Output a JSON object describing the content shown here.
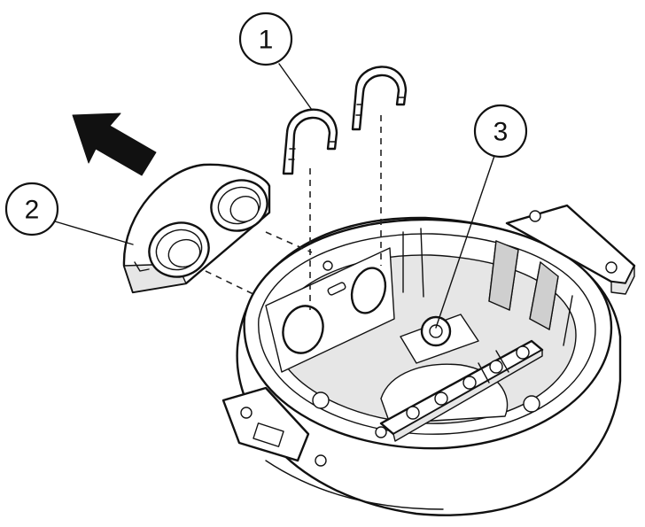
{
  "callouts": [
    {
      "id": "1",
      "label": "1"
    },
    {
      "id": "2",
      "label": "2"
    },
    {
      "id": "3",
      "label": "3"
    }
  ],
  "colors": {
    "ink": "#111111",
    "paper": "#ffffff",
    "shade": "#e6e6e6"
  },
  "icons": [
    "removal-arrow-icon"
  ]
}
